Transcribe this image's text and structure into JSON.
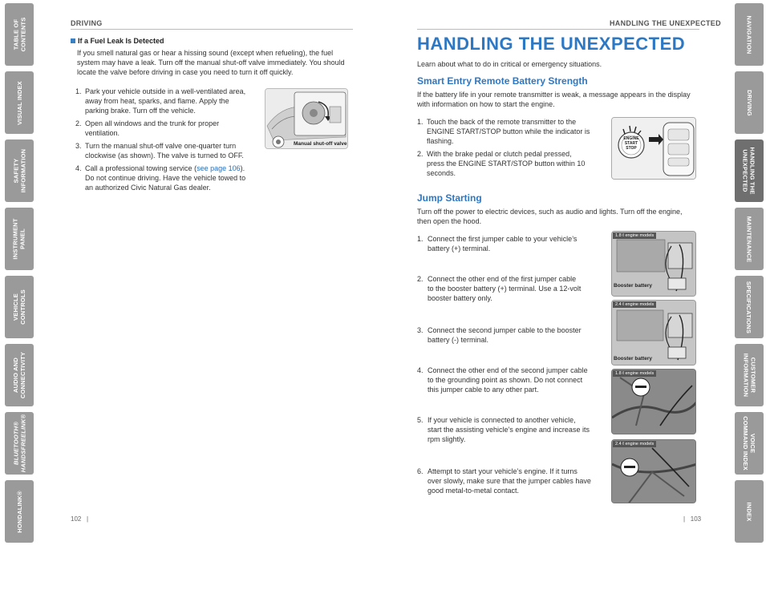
{
  "left_tabs": [
    {
      "label": "TABLE OF\nCONTENTS"
    },
    {
      "label": "VISUAL INDEX"
    },
    {
      "label": "SAFETY\nINFORMATION"
    },
    {
      "label": "INSTRUMENT\nPANEL"
    },
    {
      "label": "VEHICLE\nCONTROLS"
    },
    {
      "label": "AUDIO AND\nCONNECTIVITY"
    },
    {
      "label": "BLUETOOTH®\nHANDSFREELINK®"
    },
    {
      "label": "HONDALINK®"
    }
  ],
  "right_tabs": [
    {
      "label": "NAVIGATION"
    },
    {
      "label": "DRIVING"
    },
    {
      "label": "HANDLING THE\nUNEXPECTED"
    },
    {
      "label": "MAINTENANCE"
    },
    {
      "label": "SPECIFICATIONS"
    },
    {
      "label": "CUSTOMER\nINFORMATION"
    },
    {
      "label": "VOICE\nCOMMAND INDEX"
    },
    {
      "label": "INDEX"
    }
  ],
  "left_page": {
    "running_head": "DRIVING",
    "page_number": "102",
    "section_heading": "If a Fuel Leak Is Detected",
    "intro": "If you smell natural gas or hear a hissing sound (except when refueling), the fuel system may have a leak. Turn off the manual shut-off valve immediately. You should locate the valve before driving in case you need to turn it off quickly.",
    "steps": [
      {
        "n": "1.",
        "text": "Park your vehicle outside in a well-ventilated area,\naway from heat, sparks, and flame. Apply the\nparking brake. Turn off the vehicle."
      },
      {
        "n": "2.",
        "text": "Open all windows and the trunk for proper\nventilation."
      },
      {
        "n": "3.",
        "text": "Turn the manual shut-off valve one-quarter turn\nclockwise (as shown). The valve is turned to OFF."
      }
    ],
    "step4_n": "4.",
    "step4_pre": "Call a professional towing service (",
    "step4_link": "see page 106",
    "step4_post": ").\nDo not continue driving. Have the vehicle towed to\nan authorized Civic Natural Gas dealer.",
    "figure_caption": "Manual shut-off valve"
  },
  "right_page": {
    "running_head": "HANDLING THE UNEXPECTED",
    "page_number": "103",
    "title": "HANDLING THE UNEXPECTED",
    "intro": "Learn about what to do in critical or emergency situations.",
    "smart_entry": {
      "heading": "Smart Entry Remote Battery Strength",
      "body": "If the battery life in your remote transmitter is weak, a message appears in the display with information on how to start the engine.",
      "steps": [
        {
          "n": "1.",
          "text": "Touch the back of the remote transmitter to the\nENGINE START/STOP button while the indicator is\nflashing."
        },
        {
          "n": "2.",
          "text": "With the brake pedal or clutch pedal pressed,\npress the ENGINE START/STOP button within 10\nseconds."
        }
      ],
      "button_label": "ENGINE\nSTART\nSTOP"
    },
    "jump_starting": {
      "heading": "Jump Starting",
      "body": "Turn off the power to electric devices, such as audio and lights. Turn off the engine, then open the hood.",
      "steps": [
        {
          "n": "1.",
          "text": "Connect the first jumper cable to your vehicle’s\nbattery (+) terminal."
        },
        {
          "n": "2.",
          "text": "Connect the other end of the first jumper cable\nto the booster battery (+) terminal. Use a 12-volt\nbooster battery only."
        },
        {
          "n": "3.",
          "text": "Connect the second jumper cable to the booster\nbattery (-) terminal."
        },
        {
          "n": "4.",
          "text": "Connect the other end of the second jumper cable\nto the grounding point as shown. Do not connect\nthis jumper cable to any other part."
        },
        {
          "n": "5.",
          "text": "If your vehicle is connected to another vehicle,\nstart the assisting vehicle’s engine and increase its\nrpm slightly."
        },
        {
          "n": "6.",
          "text": "Attempt to start your vehicle’s engine. If it turns\nover slowly, make sure that the jumper cables have\ngood metal-to-metal contact."
        }
      ],
      "figures": [
        {
          "tag": "1.8 ℓ engine models",
          "caption": "Booster battery"
        },
        {
          "tag": "2.4 ℓ engine models",
          "caption": "Booster battery"
        },
        {
          "tag": "1.8 ℓ engine models",
          "caption": ""
        },
        {
          "tag": "2.4 ℓ engine models",
          "caption": ""
        }
      ]
    }
  }
}
